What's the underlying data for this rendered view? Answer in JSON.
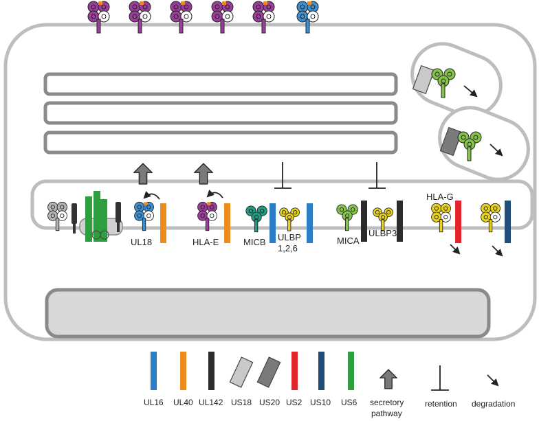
{
  "colors": {
    "cell_outline": "#bdbdbd",
    "organelle_outline": "#8a8a8a",
    "organelle_fill": "#ffffff",
    "nucleus_fill": "#d8d8d8",
    "UL16": "#2a7ec8",
    "UL40": "#ef8a1c",
    "UL142": "#2c2c2c",
    "US18": "#c9c9c9",
    "US20": "#7a7a7a",
    "US2": "#e3262b",
    "US10": "#1f4e79",
    "US6": "#2e9e3e",
    "mhc_purple": "#9b3d9b",
    "mhc_blue": "#3d8fd0",
    "mhc_green": "#86c34a",
    "mhc_teal": "#1f9b86",
    "mhc_yellow": "#e8d21e",
    "mhc_gray": "#b5b5b5"
  },
  "labels": {
    "UL18": "UL18",
    "HLA_E": "HLA-E",
    "MICB": "MICB",
    "ULBP_1": "ULBP",
    "ULBP_2": "1,2,6",
    "MICA": "MICA",
    "ULBP3": "ULBP3",
    "HLA_G": "HLA-G"
  },
  "legend": {
    "items": [
      {
        "key": "UL16",
        "label": "UL16",
        "icon": "vertical-bar",
        "color": "#2a7ec8"
      },
      {
        "key": "UL40",
        "label": "UL40",
        "icon": "vertical-bar",
        "color": "#ef8a1c"
      },
      {
        "key": "UL142",
        "label": "UL142",
        "icon": "vertical-bar",
        "color": "#2c2c2c"
      },
      {
        "key": "US18",
        "label": "US18",
        "icon": "tilted-block",
        "color": "#c9c9c9"
      },
      {
        "key": "US20",
        "label": "US20",
        "icon": "tilted-block",
        "color": "#7a7a7a"
      },
      {
        "key": "US2",
        "label": "US2",
        "icon": "vertical-bar",
        "color": "#e3262b"
      },
      {
        "key": "US10",
        "label": "US10",
        "icon": "vertical-bar",
        "color": "#1f4e79"
      },
      {
        "key": "US6",
        "label": "US6",
        "icon": "vertical-bar",
        "color": "#2e9e3e"
      }
    ],
    "secretory_line1": "secretory",
    "secretory_line2": "pathway",
    "retention": "retention",
    "degradation": "degradation"
  }
}
